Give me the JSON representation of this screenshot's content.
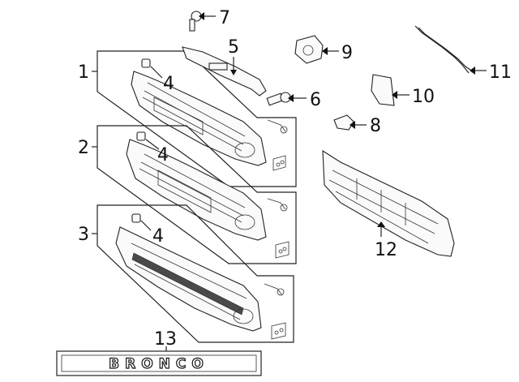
{
  "callouts": {
    "c1": "1",
    "c2": "2",
    "c3": "3",
    "c4a": "4",
    "c4b": "4",
    "c4c": "4",
    "c5": "5",
    "c6": "6",
    "c7": "7",
    "c8": "8",
    "c9": "9",
    "c10": "10",
    "c11": "11",
    "c12": "12",
    "c13": "13"
  },
  "emblem_text": "BRONCO"
}
